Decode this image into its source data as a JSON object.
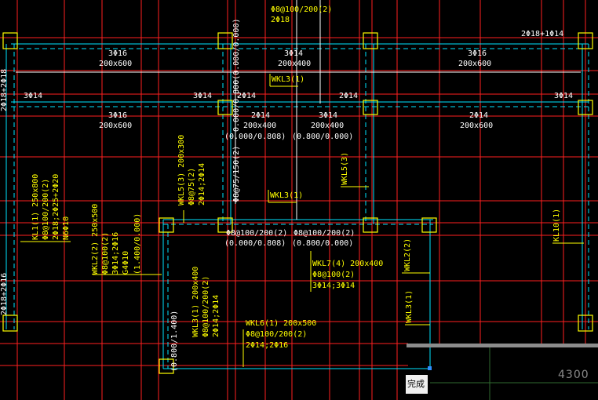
{
  "labels": {
    "top_stirrup": "Φ8@100/200(2)",
    "top_bars": "2Φ18",
    "top_right_bars": "2Φ18+1Φ14",
    "b1_bars": "3Φ16",
    "b1_size": "200x600",
    "b2_bars": "3Φ14",
    "b2_size": "200x400",
    "b3_bars": "3Φ16",
    "b3_size": "200x600",
    "wkl3_a": "WKL3(1)",
    "r2_left": "3Φ14",
    "r2_mid1": "3Φ14",
    "r2_mid2": "2Φ14",
    "r2_mid3": "2Φ14",
    "r2_right": "3Φ14",
    "r3_b1_bars": "3Φ16",
    "r3_b1_size": "200x600",
    "r3_b2_bars": "2Φ14",
    "r3_b2_size": "200x400",
    "r3_b2_offset": "(0.000/0.808)",
    "r3_b3_bars": "3Φ14",
    "r3_b3_size": "200x400",
    "r3_b3_offset": "(0.800/0.000)",
    "r3_b4_bars": "2Φ14",
    "r3_b4_size": "200x600",
    "v_offset_top": "0.000/0.800(0.000/0.000)",
    "v_stirrup_mid": "Φ8@75/150(2)",
    "wkl5_a": "WKL5(3) 200x300",
    "wkl5_a_stirrup": "Φ8@75(2)",
    "wkl5_a_bars": "2Φ14;2Φ14",
    "wkl5_b": "WKL5(3)",
    "wkl3_b": "WKL3(1)",
    "kl1_name": "KL1(1) 250x800",
    "kl1_stirrup": "Φ8@100/200(2)",
    "kl1_bars": "2Φ18;2Φ25+2Φ20",
    "kl1_extra": "N6Φ10",
    "wkl2_a": "WKL2(2) 250x500",
    "wkl2_a_stirrup": "Φ8@100(2)",
    "wkl2_a_bars": "3Φ14;2Φ16",
    "wkl2_a_g": "G4Φ10",
    "wkl2_a_off": "(1.400/0.000)",
    "left_v_bars": "2Φ18+2Φ18",
    "left_v_bars2": "2Φ18+2Φ16",
    "m_stirrup1": "Φ8@100/200(2)",
    "m_offset1": "(0.000/0.808)",
    "m_stirrup2": "Φ8@100/200(2)",
    "m_offset2": "(0.800/0.000)",
    "wkl7_name": "WKL7(4) 200x400",
    "wkl7_stirrup": "Φ8@100(2)",
    "wkl7_bars": "3Φ14;3Φ14",
    "wkl2_b": "WKL2(2)",
    "wkl3_c": "WKL3(1)",
    "kl10": "KL10(1)",
    "wkl3_v_name": "WKL3(1) 200x400",
    "wkl3_v_stirrup": "Φ8@100/200(2)",
    "wkl3_v_bars": "2Φ14;2Φ14",
    "wkl6_name": "WKL6(1) 200x500",
    "wkl6_stirrup": "Φ8@100/200(2)",
    "wkl6_bars": "2Φ14;2Φ16",
    "v_offset_bottom": "(0.800/1.400)"
  },
  "status": {
    "done_label": "完成",
    "coord": "4300"
  },
  "colors": {
    "axis": "#ff2020",
    "beam_outline": "#00e5ff",
    "column": "#ffff00",
    "text_white": "#ffffff",
    "text_yellow": "#ffff00"
  }
}
